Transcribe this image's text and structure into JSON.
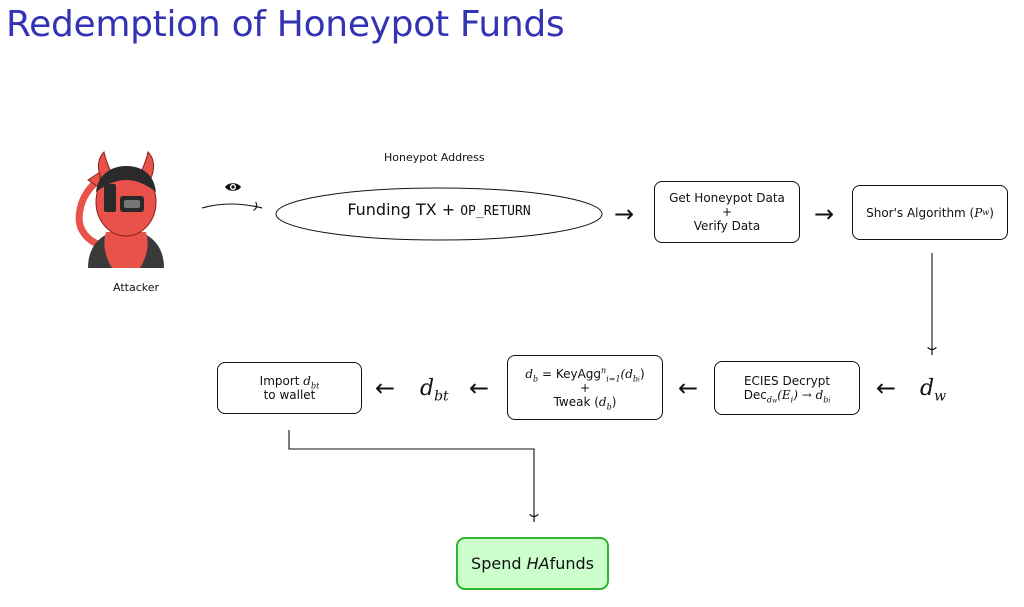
{
  "slide": {
    "title": "Redemption of Honeypot Funds"
  },
  "attacker": {
    "label": "Attacker",
    "icon": "devil-attacker-icon",
    "eye_icon": "eye-icon"
  },
  "funding": {
    "caption": "Honeypot Address",
    "text": "Funding TX + ",
    "op": "OP_RETURN"
  },
  "honeypot_data": {
    "line1": "Get Honeypot Data",
    "plus": "+",
    "line2": "Verify Data"
  },
  "shor": {
    "text": "Shor's Algorithm (",
    "var": "P",
    "sub": "w",
    "close": ")"
  },
  "dw": {
    "var": "d",
    "sub": "w"
  },
  "ecies": {
    "line1": "ECIES Decrypt",
    "dec": "Dec",
    "dec_sub": "d",
    "dec_subsub": "w",
    "arg": "(E",
    "arg_sub": "i",
    "arrow": ") → d",
    "res_sub": "b",
    "res_subsub": "i"
  },
  "keyagg": {
    "lhs": "d",
    "lhs_sub": "b",
    "eq": " = KeyAgg",
    "sup": "n",
    "sub": "i=1",
    "arg": "(d",
    "arg_sub": "b",
    "arg_subsub": "i",
    "close": ")",
    "plus": "+",
    "tweak": "Tweak (",
    "tweak_var": "d",
    "tweak_sub": "b",
    "tweak_close": ")"
  },
  "dbt": {
    "var": "d",
    "sub": "bt"
  },
  "import": {
    "line1": "Import ",
    "var": "d",
    "sub": "bt",
    "line2": "to wallet"
  },
  "spend": {
    "pre": "Spend ",
    "em": "HA",
    "post": " funds"
  },
  "arrows": {
    "right": "→",
    "left": "←"
  },
  "colors": {
    "title": "#3333b3",
    "spend_fill": "#ccffcc",
    "spend_border": "#2db52d",
    "devil_red": "#e8524a",
    "devil_dark": "#3a3a3a"
  }
}
